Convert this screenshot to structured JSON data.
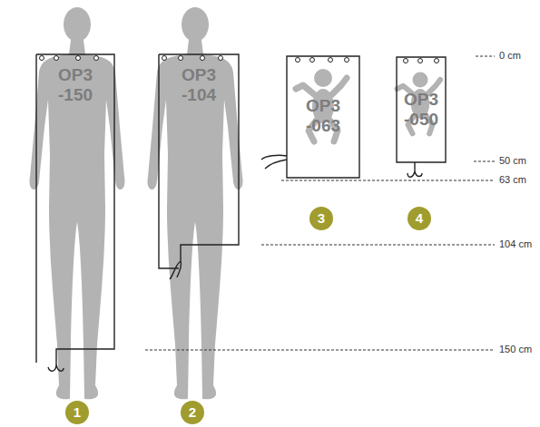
{
  "diagram": {
    "nodes": [
      {
        "text": [
          "OP3 -150"
        ]
      },
      {
        "text": [
          "OP3 -104"
        ]
      },
      {
        "text": [
          "OP3 -063"
        ]
      },
      {
        "text": [
          "OP3 -050"
        ]
      }
    ],
    "labels": [
      "0 cm",
      "50 cm",
      "63 cm",
      "104 cm",
      "150 cm",
      "1",
      "2",
      "3",
      "4"
    ]
  }
}
